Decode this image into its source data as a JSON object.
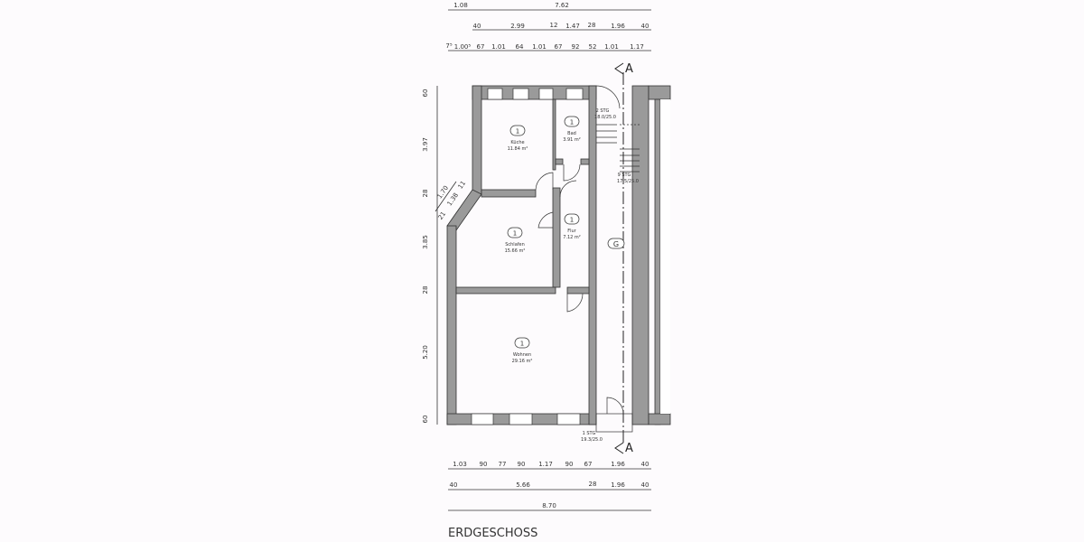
{
  "title": "ERDGESCHOSS",
  "dimensions": {
    "top_row1": [
      "1.08",
      "7.62"
    ],
    "top_row2": [
      "40",
      "2.99",
      "12",
      "1.47",
      "28",
      "1.96",
      "40"
    ],
    "top_row3": [
      "7⁵",
      "1.00⁵",
      "67",
      "1.01",
      "64",
      "1.01",
      "67",
      "92",
      "52",
      "1.01",
      "1.17"
    ],
    "left": [
      "60",
      "3.97",
      "28",
      "3.85",
      "28",
      "5.20",
      "60"
    ],
    "diagonal": [
      "1.70",
      "1.38",
      "11",
      "21"
    ],
    "bottom_row1": [
      "1.03",
      "90",
      "77",
      "90",
      "1.17",
      "90",
      "67",
      "1.96",
      "40"
    ],
    "bottom_row2": [
      "40",
      "5.66",
      "28",
      "1.96",
      "40"
    ],
    "bottom_row3": [
      "8.70"
    ]
  },
  "rooms": [
    {
      "number": "1",
      "name": "Küche",
      "area": "11.84 m²"
    },
    {
      "number": "1",
      "name": "Bad",
      "area": "3.91 m²"
    },
    {
      "number": "1",
      "name": "Flur",
      "area": "7.12 m²"
    },
    {
      "number": "1",
      "name": "Schlafen",
      "area": "15.66 m²"
    },
    {
      "number": "1",
      "name": "Wohnen",
      "area": "29.16 m²"
    }
  ],
  "stairs": [
    {
      "steps": "2 STG",
      "ratio": "18.0/25.0"
    },
    {
      "steps": "9 STG",
      "ratio": "17.5/25.0"
    },
    {
      "steps": "1 STG",
      "ratio": "19.3/25.0"
    }
  ],
  "section_marker": "A",
  "stairwell_marker": "G"
}
